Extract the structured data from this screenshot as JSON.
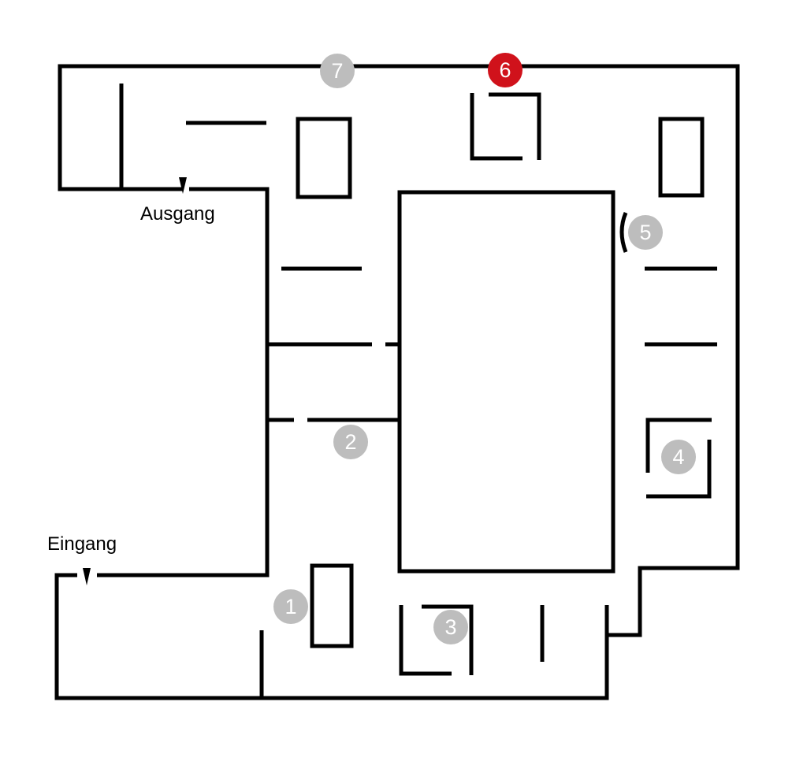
{
  "entrances": {
    "exit_label": "Ausgang",
    "entrance_label": "Eingang"
  },
  "stations": [
    {
      "label": "1",
      "state": "inactive"
    },
    {
      "label": "2",
      "state": "inactive"
    },
    {
      "label": "3",
      "state": "inactive"
    },
    {
      "label": "4",
      "state": "inactive"
    },
    {
      "label": "5",
      "state": "inactive"
    },
    {
      "label": "6",
      "state": "active"
    },
    {
      "label": "7",
      "state": "inactive"
    }
  ],
  "colors": {
    "wall": "#000000",
    "inactive_marker": "#bdbdbd",
    "active_marker": "#d0121b",
    "marker_text": "#ffffff",
    "background": "#ffffff"
  }
}
